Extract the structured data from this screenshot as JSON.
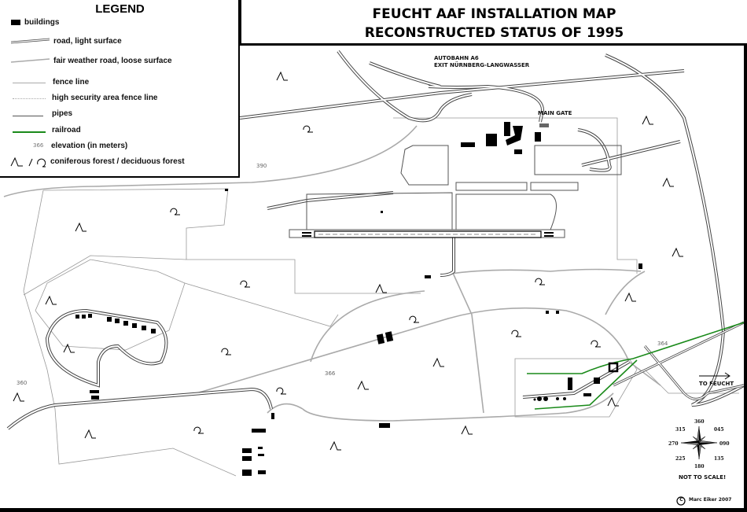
{
  "title": {
    "line1": "FEUCHT AAF INSTALLATION MAP",
    "line2": "RECONSTRUCTED STATUS OF 1995"
  },
  "legend": {
    "title": "LEGEND",
    "items": [
      {
        "symbol": "building-block",
        "label": "buildings"
      },
      {
        "symbol": "double-line",
        "label": "road, light surface"
      },
      {
        "symbol": "gray-thick-line",
        "label": "fair weather road, loose surface"
      },
      {
        "symbol": "thin-gray-line",
        "label": "fence line"
      },
      {
        "symbol": "dotted-gray-line",
        "label": "high security area fence line"
      },
      {
        "symbol": "dark-thin-line",
        "label": "pipes"
      },
      {
        "symbol": "green-line",
        "label": "railroad"
      },
      {
        "symbol": "elevation-number",
        "sample": "366",
        "label": "elevation (in meters)"
      },
      {
        "symbol": "forest-glyphs",
        "label": "coniferous forest / deciduous forest"
      }
    ]
  },
  "labels": {
    "autobahn_line1": "AUTOBAHN A6",
    "autobahn_line2": "EXIT NÜRNBERG-LANGWASSER",
    "main_gate": "MAIN GATE",
    "to_feucht": "TO FEUCHT",
    "not_to_scale": "NOT TO SCALE!",
    "copyright": "Marc Eiker  2007",
    "copyright_symbol": "C"
  },
  "elevations": [
    "390",
    "366",
    "364",
    "360"
  ],
  "compass": {
    "n": "360",
    "ne": "045",
    "e": "090",
    "se": "135",
    "s": "180",
    "sw": "225",
    "w": "270",
    "nw": "315"
  },
  "colors": {
    "railroad": "#1a8a1a",
    "fence": "#999999",
    "road_fill": "#ffffff",
    "road_edge": "#555555",
    "building": "#000000",
    "gravel_road": "#aaaaaa"
  }
}
